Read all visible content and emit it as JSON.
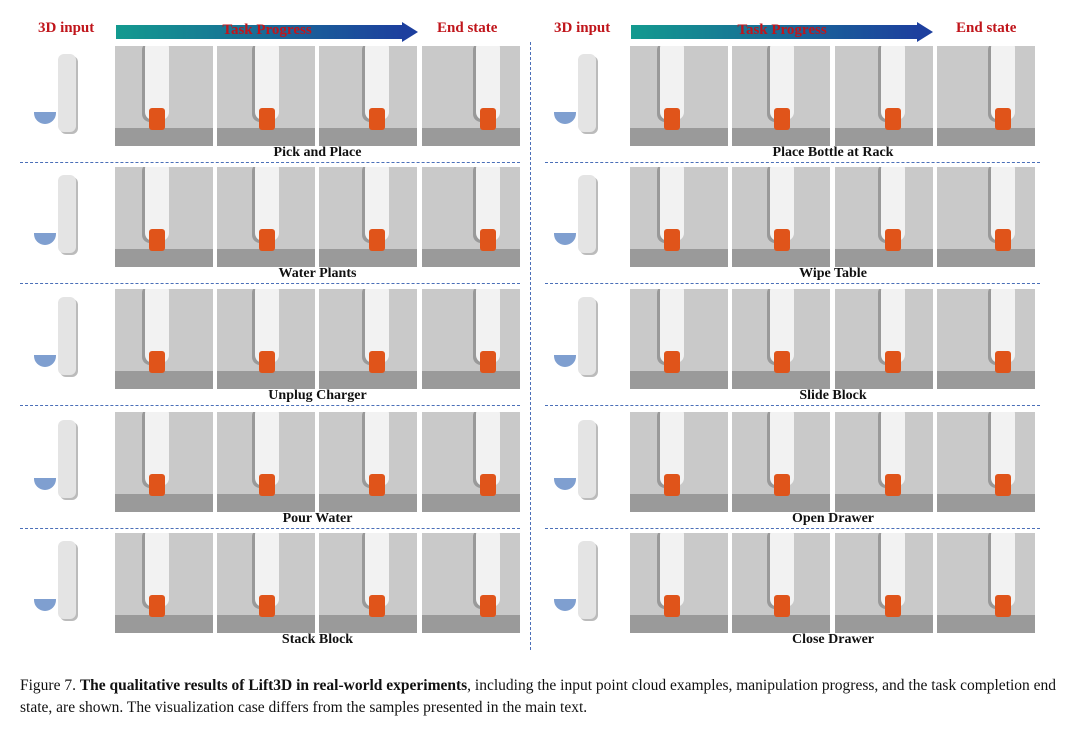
{
  "headers": {
    "input": "3D input",
    "progress": "Task Progress",
    "end": "End state"
  },
  "colors": {
    "header_red": "#c0151b",
    "arrow_start": "#139a8f",
    "arrow_end": "#1d3f9e",
    "divider": "#4a6fb8"
  },
  "left_tasks": [
    "Pick and Place",
    "Water Plants",
    "Unplug Charger",
    "Pour Water",
    "Stack Block"
  ],
  "right_tasks": [
    "Place Bottle at Rack",
    "Wipe Table",
    "Slide Block",
    "Open Drawer",
    "Close Drawer"
  ],
  "caption": {
    "prefix": "Figure 7. ",
    "bold": "The qualitative results of Lift3D in real-world experiments",
    "rest": ", including the input point cloud examples, manipulation progress, and the task completion end state, are shown. The visualization case differs from the samples presented in the main text."
  }
}
